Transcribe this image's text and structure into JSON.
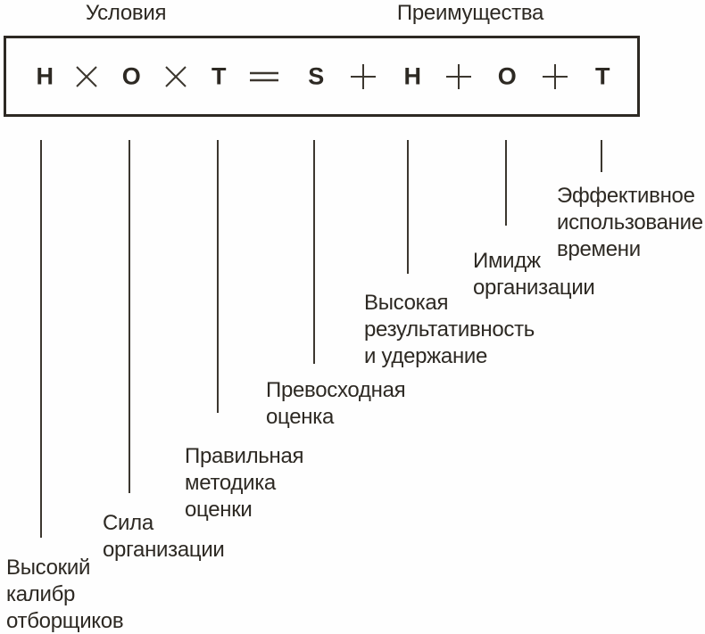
{
  "headers": {
    "left": "Условия",
    "right": "Преимущества"
  },
  "formula": {
    "letters": [
      "H",
      "O",
      "T",
      "S",
      "H",
      "O",
      "T"
    ],
    "operator_glyphs": {
      "multiply": "×",
      "plus": "+",
      "equals": "="
    }
  },
  "callouts": [
    {
      "side": "conditions",
      "letter": "H",
      "lines": [
        "Высокий",
        "калибр",
        "отборщиков"
      ]
    },
    {
      "side": "conditions",
      "letter": "O",
      "lines": [
        "Сила",
        "организации"
      ]
    },
    {
      "side": "conditions",
      "letter": "T",
      "lines": [
        "Правильная",
        "методика",
        "оценки"
      ]
    },
    {
      "side": "advantages",
      "letter": "S",
      "lines": [
        "Превосходная",
        "оценка"
      ]
    },
    {
      "side": "advantages",
      "letter": "H",
      "lines": [
        "Высокая",
        "результативность",
        "и удержание"
      ]
    },
    {
      "side": "advantages",
      "letter": "O",
      "lines": [
        "Имидж",
        "организации"
      ]
    },
    {
      "side": "advantages",
      "letter": "T",
      "lines": [
        "Эффективное",
        "использование",
        "времени"
      ]
    }
  ],
  "colors": {
    "ink": "#2d2923",
    "line": "#3c372f",
    "background": "#fefefe"
  }
}
